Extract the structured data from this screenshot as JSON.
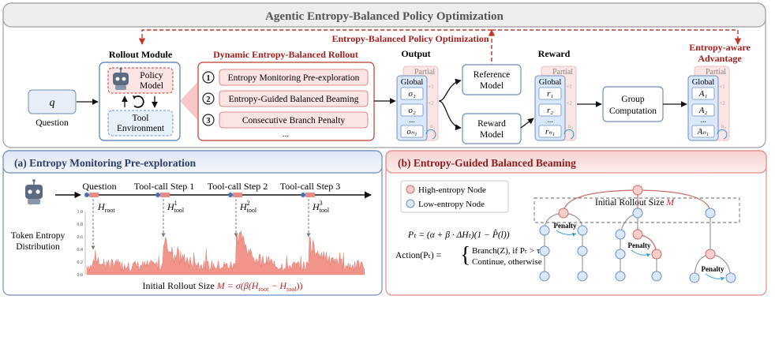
{
  "top": {
    "title": "Agentic Entropy-Balanced Policy Optimization",
    "feedback_label": "Entropy-Balanced Policy Optimization",
    "question_symbol": "q",
    "question_label": "Question",
    "rollout_title": "Rollout Module",
    "policy_model": [
      "Policy",
      "Model"
    ],
    "tool_env": [
      "Tool",
      "Environment"
    ],
    "dyn_title": "Dynamic Entropy-Balanced Rollout",
    "dyn_steps": [
      {
        "num": "1",
        "label": "Entropy Monitoring Pre-exploration"
      },
      {
        "num": "2",
        "label": "Entropy-Guided Balanced Beaming"
      },
      {
        "num": "3",
        "label": "Consecutive Branch Penalty"
      }
    ],
    "dyn_more": "...",
    "output_title": "Output",
    "partial_label": "Partial",
    "global_label": "Global",
    "outputs": [
      "o₁",
      "o₂",
      "...",
      "oₙ₁"
    ],
    "partial_subs": [
      "+1",
      "+2",
      "n₂"
    ],
    "reference_model": [
      "Reference",
      "Model"
    ],
    "reward_model": [
      "Reward",
      "Model"
    ],
    "reward_title": "Reward",
    "rewards": [
      "r₁",
      "r₂",
      "...",
      "rₙ₁"
    ],
    "group_comp": [
      "Group",
      "Computation"
    ],
    "adv_title": [
      "Entropy-aware",
      "Advantage"
    ],
    "advantages": [
      "A₁",
      "A₂",
      "...",
      "Aₙ₁"
    ]
  },
  "panel_a": {
    "title": "(a) Entropy Monitoring Pre-exploration",
    "steps": [
      "Question",
      "Tool-call Step 1",
      "Tool-call Step 2",
      "Tool-call Step 3"
    ],
    "h_root": "H",
    "h_root_sub": "root",
    "h_tool_sub": "tool",
    "h_tool_sups": [
      "1",
      "2",
      "3"
    ],
    "y_axis_label": [
      "Token Entropy",
      "Distribution"
    ],
    "y_ticks": [
      "1.0",
      "0.8",
      "0.6",
      "0.4",
      "0.2",
      "0.0"
    ],
    "formula": "Initial Rollout Size M = σ(β(H_root − H_tool))",
    "formula_prefix": "Initial Rollout Size ",
    "formula_math": "M = σ(β(H",
    "formula_root": "root",
    "formula_mid": " − H",
    "formula_tool": "tool",
    "formula_end": "))"
  },
  "panel_b": {
    "title": "(b) Entropy-Guided Balanced Beaming",
    "legend": [
      "High-entropy Node",
      "Low-entropy Node"
    ],
    "formula_p": "Pₜ = (α + β · ΔHₜ)(1 − P̂(l))",
    "action_label": "Action(Pₜ) =",
    "action_cases": [
      "Branch(Z), if Pₜ > τ",
      "Continue, otherwise"
    ],
    "rollout_label": "Initial Rollout Size ",
    "rollout_var": "M",
    "penalty": "Penalty"
  },
  "colors": {
    "red": "#c0392b",
    "dark_red": "#a61d1d",
    "blue": "#6c8ebf",
    "light_blue": "#dae8fc",
    "pink": "#f8cecc",
    "grey": "#f2f2f2"
  }
}
